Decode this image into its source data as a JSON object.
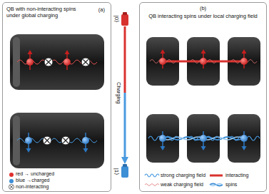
{
  "diagram": {
    "nodes": [
      {
        "text": [
          "(a)",
          "QB with non-interacting spins under global charging"
        ]
      },
      {
        "text": [
          "(b)",
          "QB interacting spins under local charging field"
        ]
      }
    ],
    "labels": [
      "|0⟩",
      "Charging",
      "|1⟩"
    ],
    "legend": [
      {
        "text": "red → uncharged",
        "color": "#e0302e"
      },
      {
        "text": "blue →charged",
        "color": "#3d8fd6"
      },
      {
        "text": "non-interacting"
      },
      {
        "text": "strong charging field"
      },
      {
        "text": "weak charging field"
      },
      {
        "text": "interacting"
      },
      {
        "text": "spins"
      }
    ]
  }
}
